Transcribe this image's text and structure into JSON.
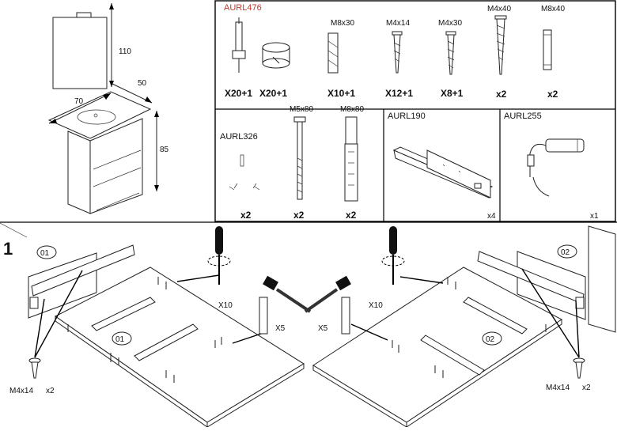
{
  "cabinet": {
    "height_label": "110",
    "depth_label": "50",
    "width_label": "70",
    "base_height_label": "85"
  },
  "kit_main": {
    "code": "AURL476",
    "code_color": "#c0392b",
    "parts": [
      {
        "spec": "",
        "qty": "X20+1",
        "icon": "cam-dowel-icon"
      },
      {
        "spec": "",
        "qty": "X20+1",
        "icon": "cam-lock-icon"
      },
      {
        "spec": "M8x30",
        "qty": "X10+1",
        "icon": "wood-dowel-icon"
      },
      {
        "spec": "M4x14",
        "qty": "X12+1",
        "icon": "short-screw-icon"
      },
      {
        "spec": "M4x30",
        "qty": "X8+1",
        "icon": "screw-icon"
      },
      {
        "spec": "M4x40",
        "qty": "x2",
        "icon": "long-screw-icon"
      },
      {
        "spec": "M8x40",
        "qty": "x2",
        "icon": "wall-plug-icon"
      }
    ]
  },
  "kit_326": {
    "code": "AURL326",
    "parts": [
      {
        "spec": "",
        "qty": "x2",
        "icon": "wall-bracket-icon"
      },
      {
        "spec": "M5x80",
        "qty": "x2",
        "icon": "long-bolt-icon"
      },
      {
        "spec": "M8x80",
        "qty": "x2",
        "icon": "anchor-plug-icon"
      }
    ]
  },
  "kit_190": {
    "code": "AURL190",
    "qty": "x4",
    "icon": "drawer-rail-icon"
  },
  "kit_255": {
    "code": "AURL255",
    "qty": "x1",
    "icon": "lamp-icon"
  },
  "step": {
    "number": "1",
    "left_panel_tag": "01",
    "right_panel_tag": "02",
    "left_mid_tag": "01",
    "right_mid_tag": "02",
    "screw_count_left": "X10",
    "screw_count_right": "X10",
    "dowel_count_left": "X5",
    "dowel_count_right": "X5",
    "screw_spec_left": "M4x14",
    "screw_qty_left": "x2",
    "screw_spec_right": "M4x14",
    "screw_qty_right": "x2"
  }
}
